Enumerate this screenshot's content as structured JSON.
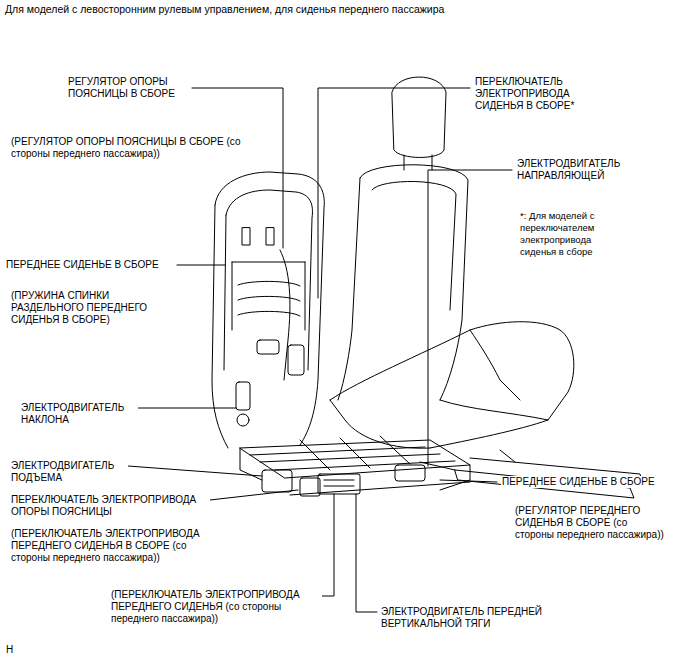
{
  "diagram": {
    "title": "Для моделей с левосторонним рулевым управлением, для сиденья переднего пассажира",
    "labels": [
      "РЕГУЛЯТОР ОПОРЫ ПОЯСНИЦЫ В СБОРЕ",
      "(РЕГУЛЯТОР ОПОРЫ ПОЯСНИЦЫ В СБОРЕ (со стороны переднего пассажира))",
      "ПЕРЕДНЕЕ СИДЕНЬЕ В СБОРЕ",
      "(ПРУЖИНА СПИНКИ РАЗДЕЛЬНОГО ПЕРЕДНЕГО СИДЕНЬЯ В СБОРЕ)",
      "ЭЛЕКТРОДВИГАТЕЛЬ НАКЛОНА",
      "ЭЛЕКТРОДВИГАТЕЛЬ ПОДЪЕМА",
      "ПЕРЕКЛЮЧАТЕЛЬ ЭЛЕКТРОПРИВОДА ОПОРЫ ПОЯСНИЦЫ",
      "(ПЕРЕКЛЮЧАТЕЛЬ ЭЛЕКТРОПРИВОДА ПЕРЕДНЕГО СИДЕНЬЯ В СБОРЕ (со стороны переднего пассажира))",
      "(ПЕРЕКЛЮЧАТЕЛЬ ЭЛЕКТРОПРИВОДА ПЕРЕДНЕГО СИДЕНЬЯ (со стороны переднего пассажира))",
      "ЭЛЕКТРОДВИГАТЕЛЬ ПЕРЕДНЕЙ ВЕРТИКАЛЬНОЙ ТЯГИ",
      "ПЕРЕКЛЮЧАТЕЛЬ ЭЛЕКТРОПРИВОДА СИДЕНЬЯ В СБОРЕ*",
      "ЭЛЕКТРОДВИГАТЕЛЬ НАПРАВЛЯЮЩЕЙ",
      "*: Для моделей с переключателем электропривода сиденья в сборе",
      "ПЕРЕДНЕЕ СИДЕНЬЕ В СБОРЕ",
      "(РЕГУЛЯТОР ПЕРЕДНЕГО СИДЕНЬЯ В СБОРЕ (со стороны переднего пассажира))",
      "H"
    ]
  }
}
